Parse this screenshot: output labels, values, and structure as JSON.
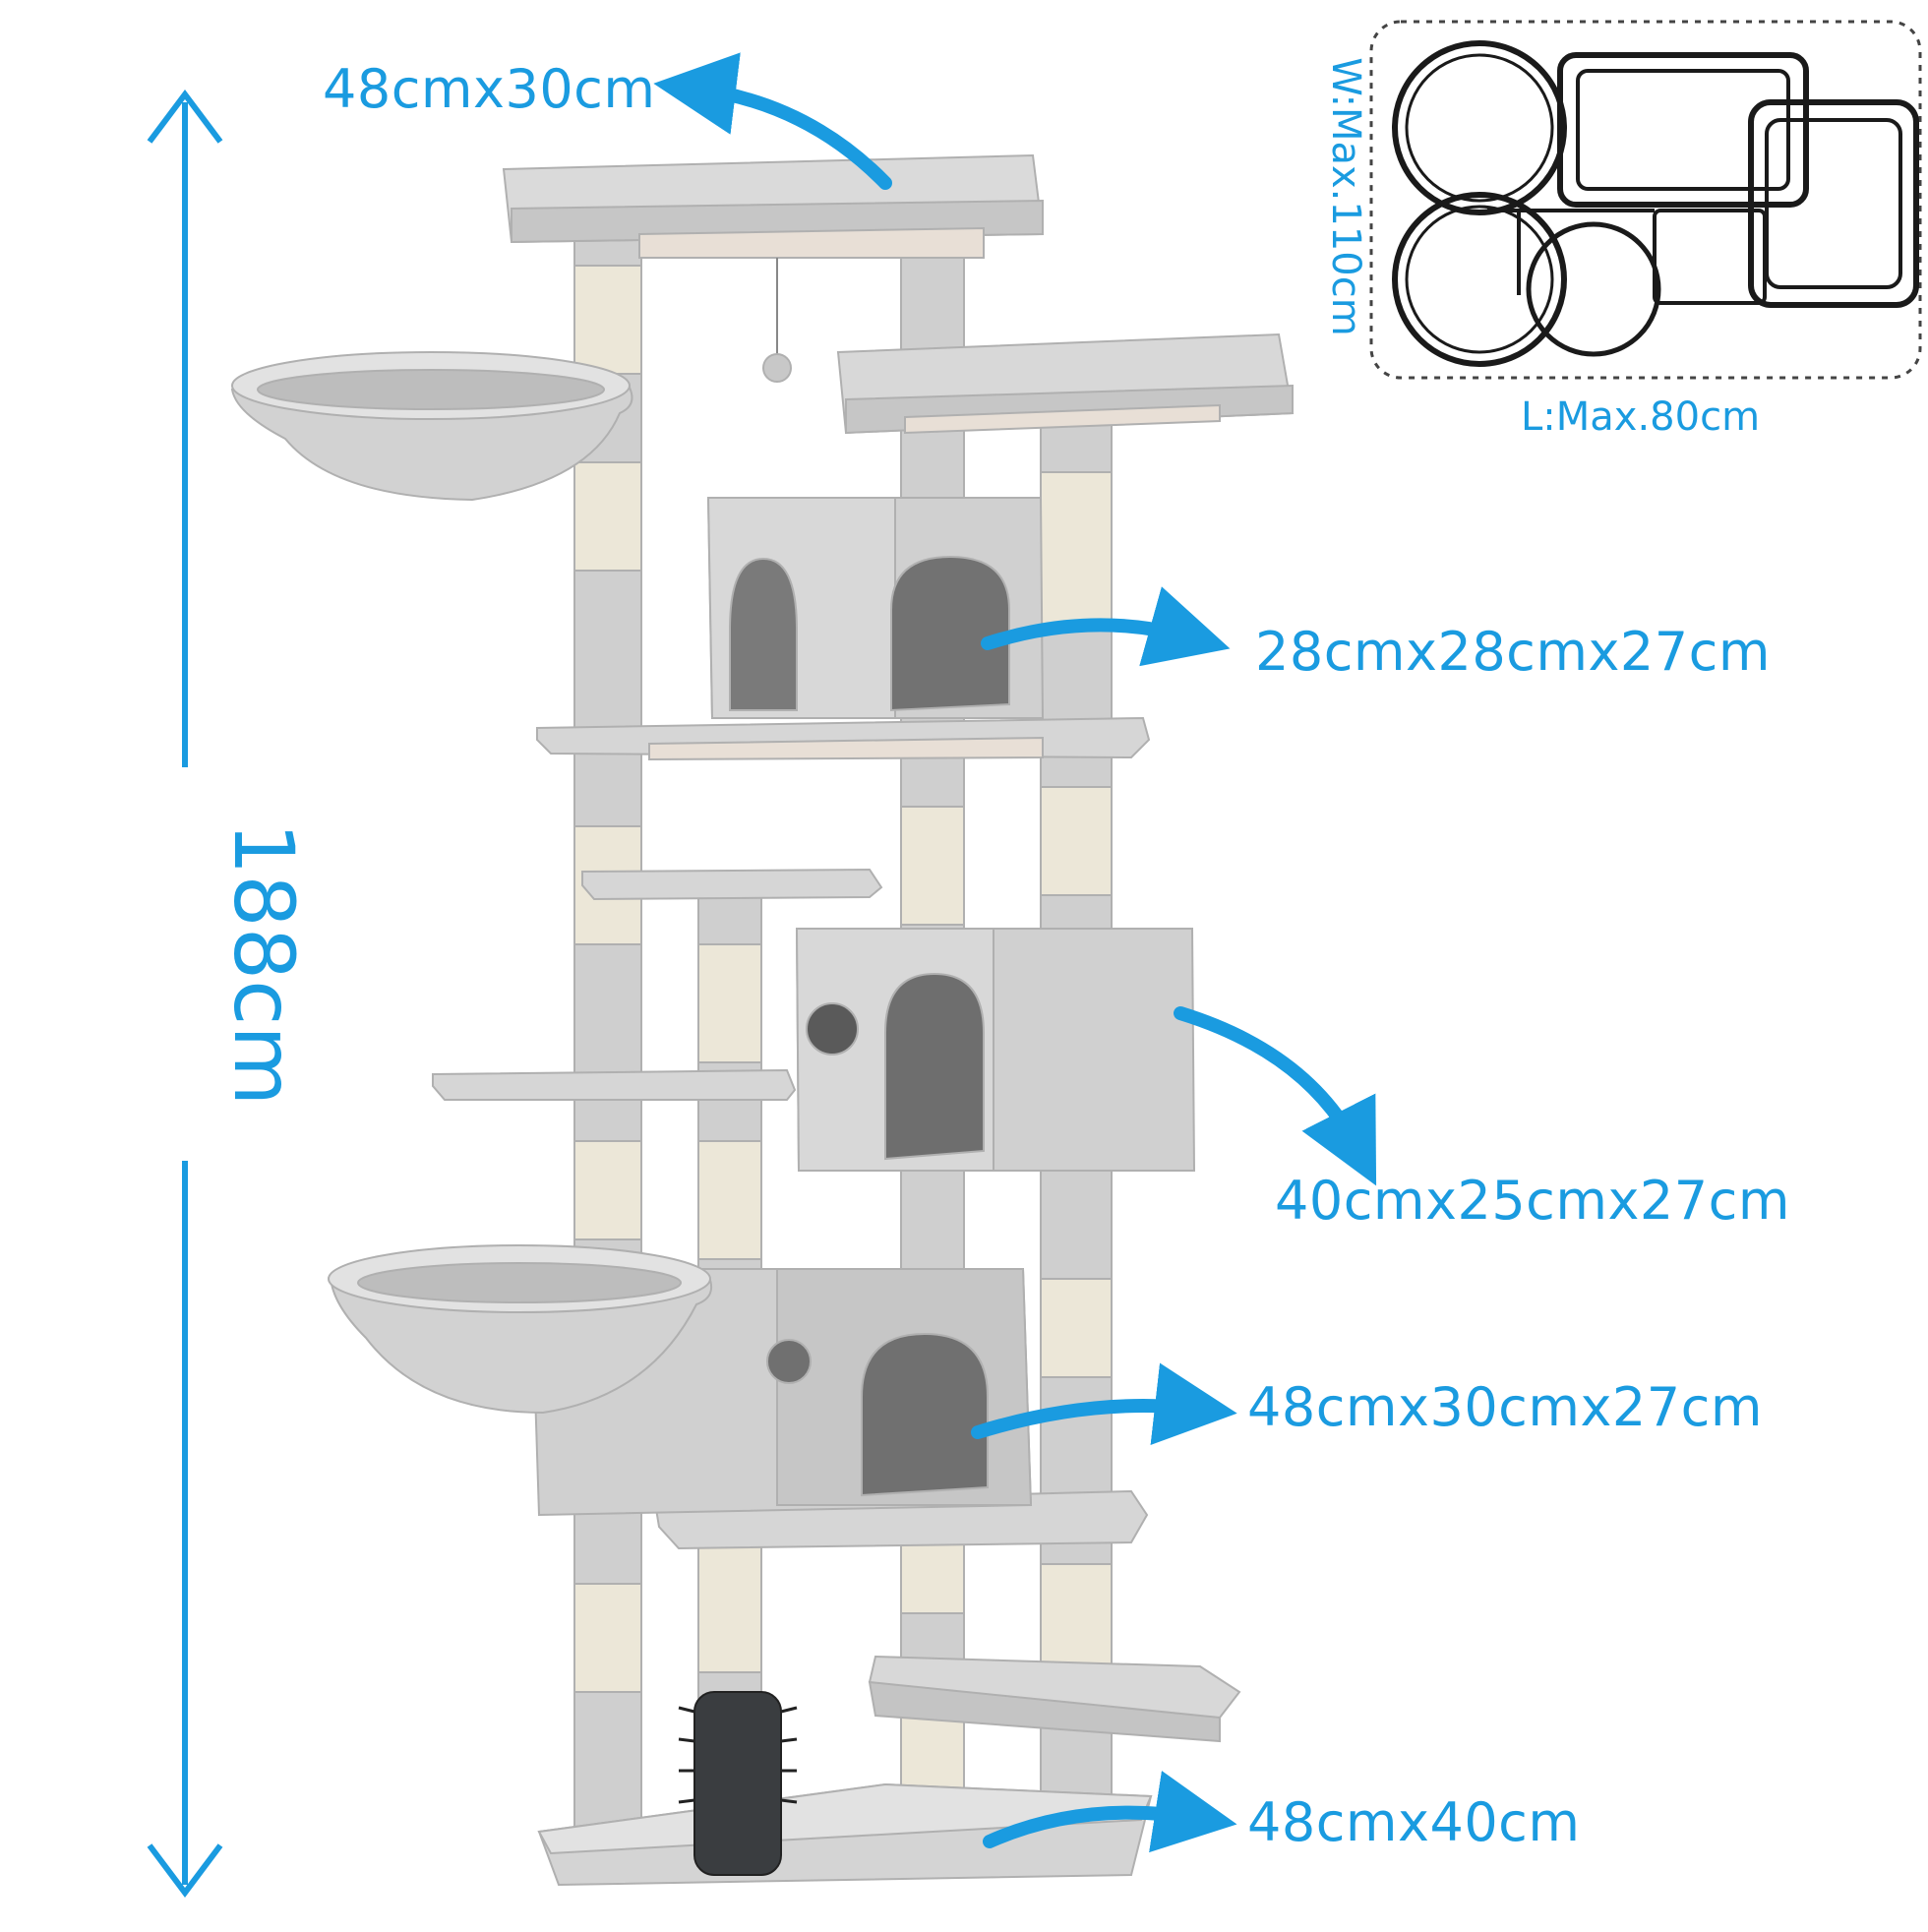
{
  "colors": {
    "accent": "#1a9be0",
    "plush": "#d2d2d2",
    "plush_light": "#e0e0e0",
    "plush_shadow": "#b3b3b3",
    "sisal": "#ece7d8",
    "outline": "#2a2a2a",
    "board": "#e8dfd6"
  },
  "labels": {
    "top_platform": "48cmx30cm",
    "condo_top": "28cmx28cmx27cm",
    "condo_middle": "40cmx25cmx27cm",
    "condo_bottom": "48cmx30cmx27cm",
    "base": "48cmx40cm",
    "height": "188cm",
    "footprint_width": "W:Max.110cm",
    "footprint_length": "L:Max.80cm"
  }
}
